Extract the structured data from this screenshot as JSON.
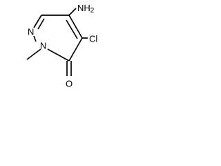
{
  "diagram": {
    "atoms": {
      "nh2": "NH2",
      "n_ring_top": "N",
      "n_ring_methyl": "N",
      "cl": "Cl",
      "o": "O"
    }
  }
}
